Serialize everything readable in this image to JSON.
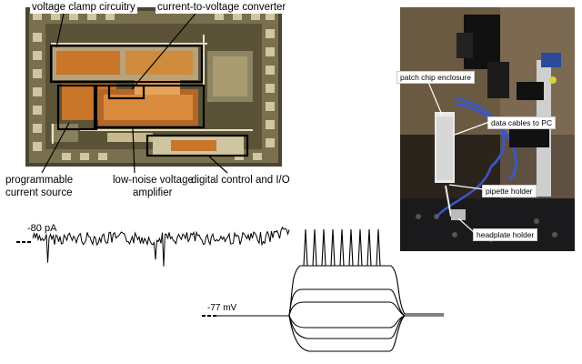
{
  "chip": {
    "labels": {
      "voltage_clamp": "voltage clamp circuitry",
      "i2v": "current-to-voltage converter",
      "prog_source_l1": "programmable",
      "prog_source_l2": "current source",
      "lna_l1": "low-noise voltage",
      "lna_l2": "amplifier",
      "digital": "digital control and I/O"
    }
  },
  "photo": {
    "labels": {
      "enclosure": "patch chip enclosure",
      "cables": "data cables to PC",
      "pipette": "pipette holder",
      "headplate": "headplate holder"
    }
  },
  "traces": {
    "current_label": "-80 pA",
    "voltage_label": "-77 mV"
  },
  "colors": {
    "die_dark": "#3d3826",
    "die_metal": "#a39a78",
    "die_orange": "#c9752a",
    "photo_bg": "#2b241c",
    "cable_blue": "#3b57c4"
  }
}
